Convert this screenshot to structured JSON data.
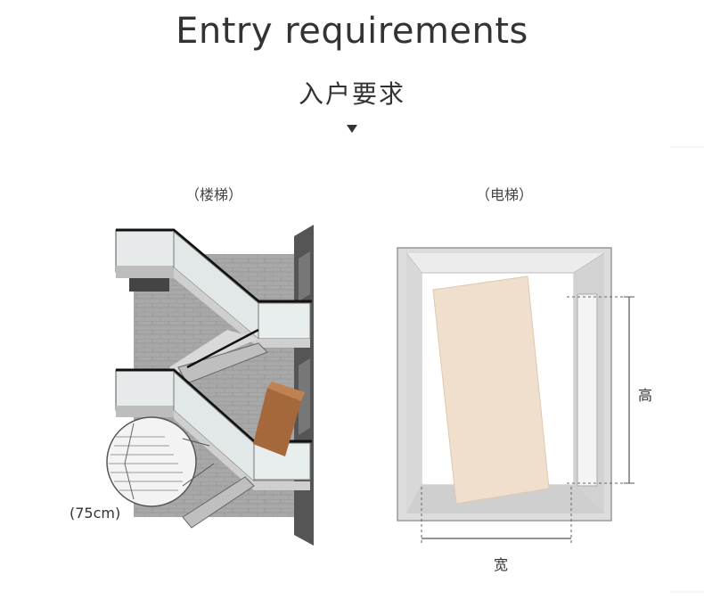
{
  "header": {
    "title_en": "Entry requirements",
    "title_zh": "入户要求"
  },
  "stairs": {
    "caption": "（楼梯）",
    "width_note": "(75cm)"
  },
  "elevator": {
    "caption": "（电梯）",
    "height_label": "高",
    "width_label": "宽"
  },
  "colors": {
    "wall": "#9a9a9a",
    "glass": "#e8eded",
    "board": "#efdfcc",
    "box": "#a5683a",
    "frame": "#c9c9c9"
  }
}
